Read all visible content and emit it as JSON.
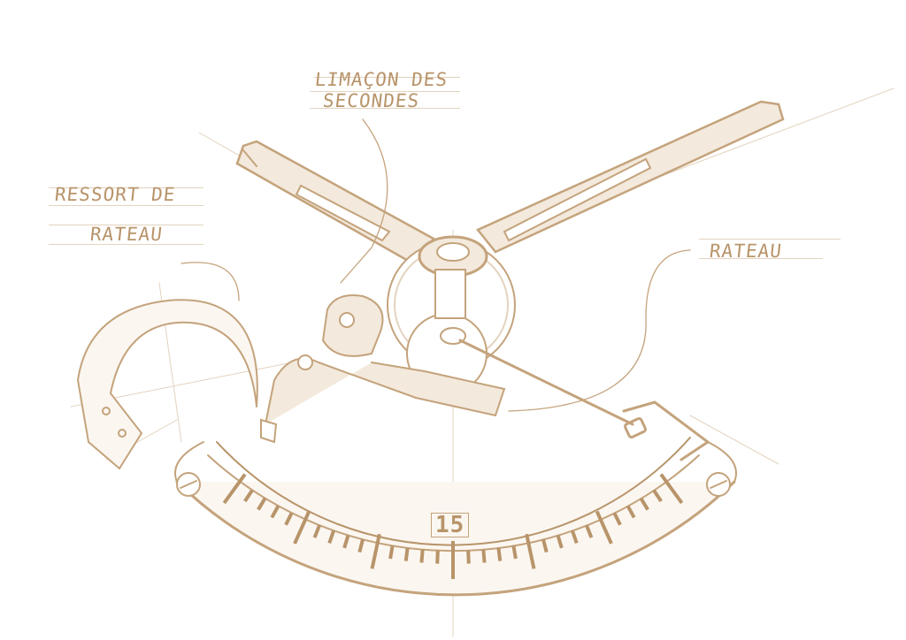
{
  "labels": {
    "limacon_line1": "LIMAÇON DES",
    "limacon_line2": "SECONDES",
    "ressort_line1": "RESSORT DE",
    "ressort_line2": "RATEAU",
    "rateau": "RATEAU"
  },
  "dial": {
    "number": "15",
    "tick_count": 31
  },
  "colors": {
    "ink": "#b8946a",
    "light": "#e3d3bf",
    "fill": "#f3e9dc"
  }
}
